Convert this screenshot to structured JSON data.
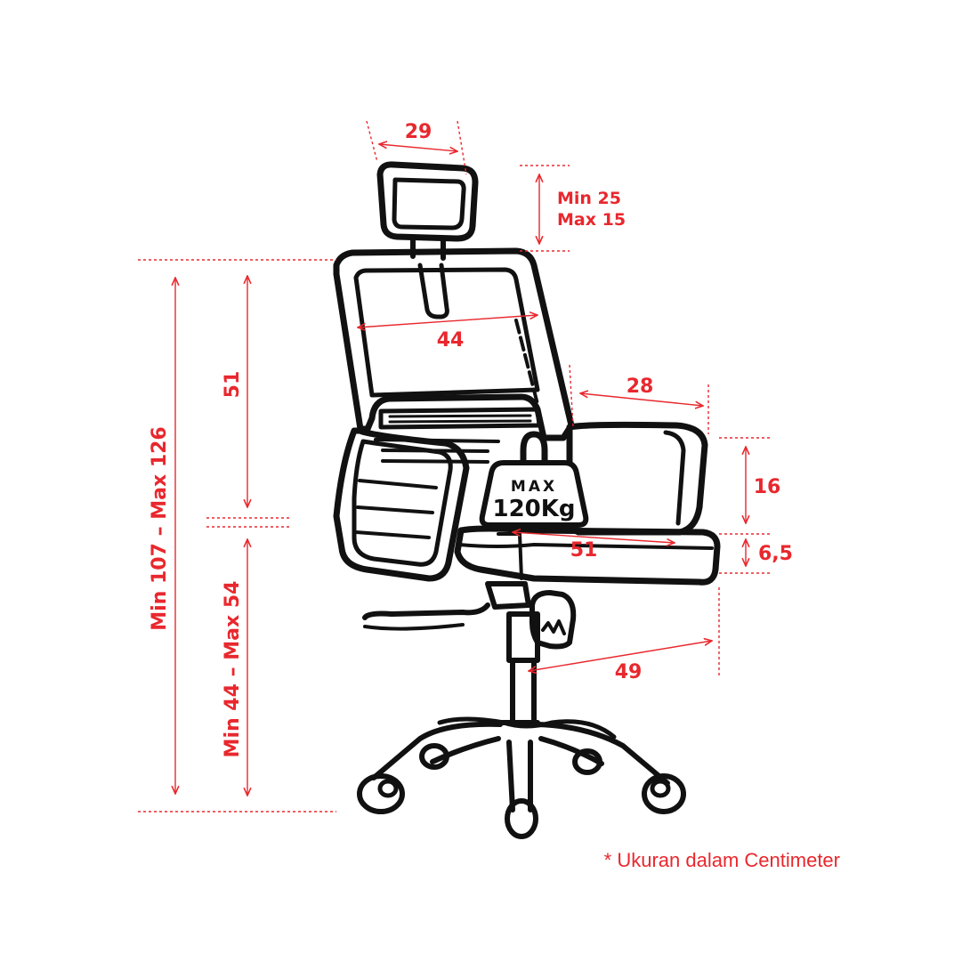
{
  "colors": {
    "accent": "#e8282e",
    "line": "#111111",
    "background": "#ffffff"
  },
  "dimensions": {
    "headrest_width": "29",
    "headrest_adjust_min": "Min 25",
    "headrest_adjust_max": "Max 15",
    "backrest_width": "44",
    "backrest_height": "51",
    "armrest_length": "28",
    "armrest_height": "16",
    "seat_width": "51",
    "seat_thickness": "6,5",
    "seat_depth": "49",
    "total_height": "Min 107 – Max 126",
    "seat_height": "Min 44 – Max 54"
  },
  "weight": {
    "label": "MAX",
    "value": "120Kg"
  },
  "note": "* Ukuran dalam Centimeter"
}
